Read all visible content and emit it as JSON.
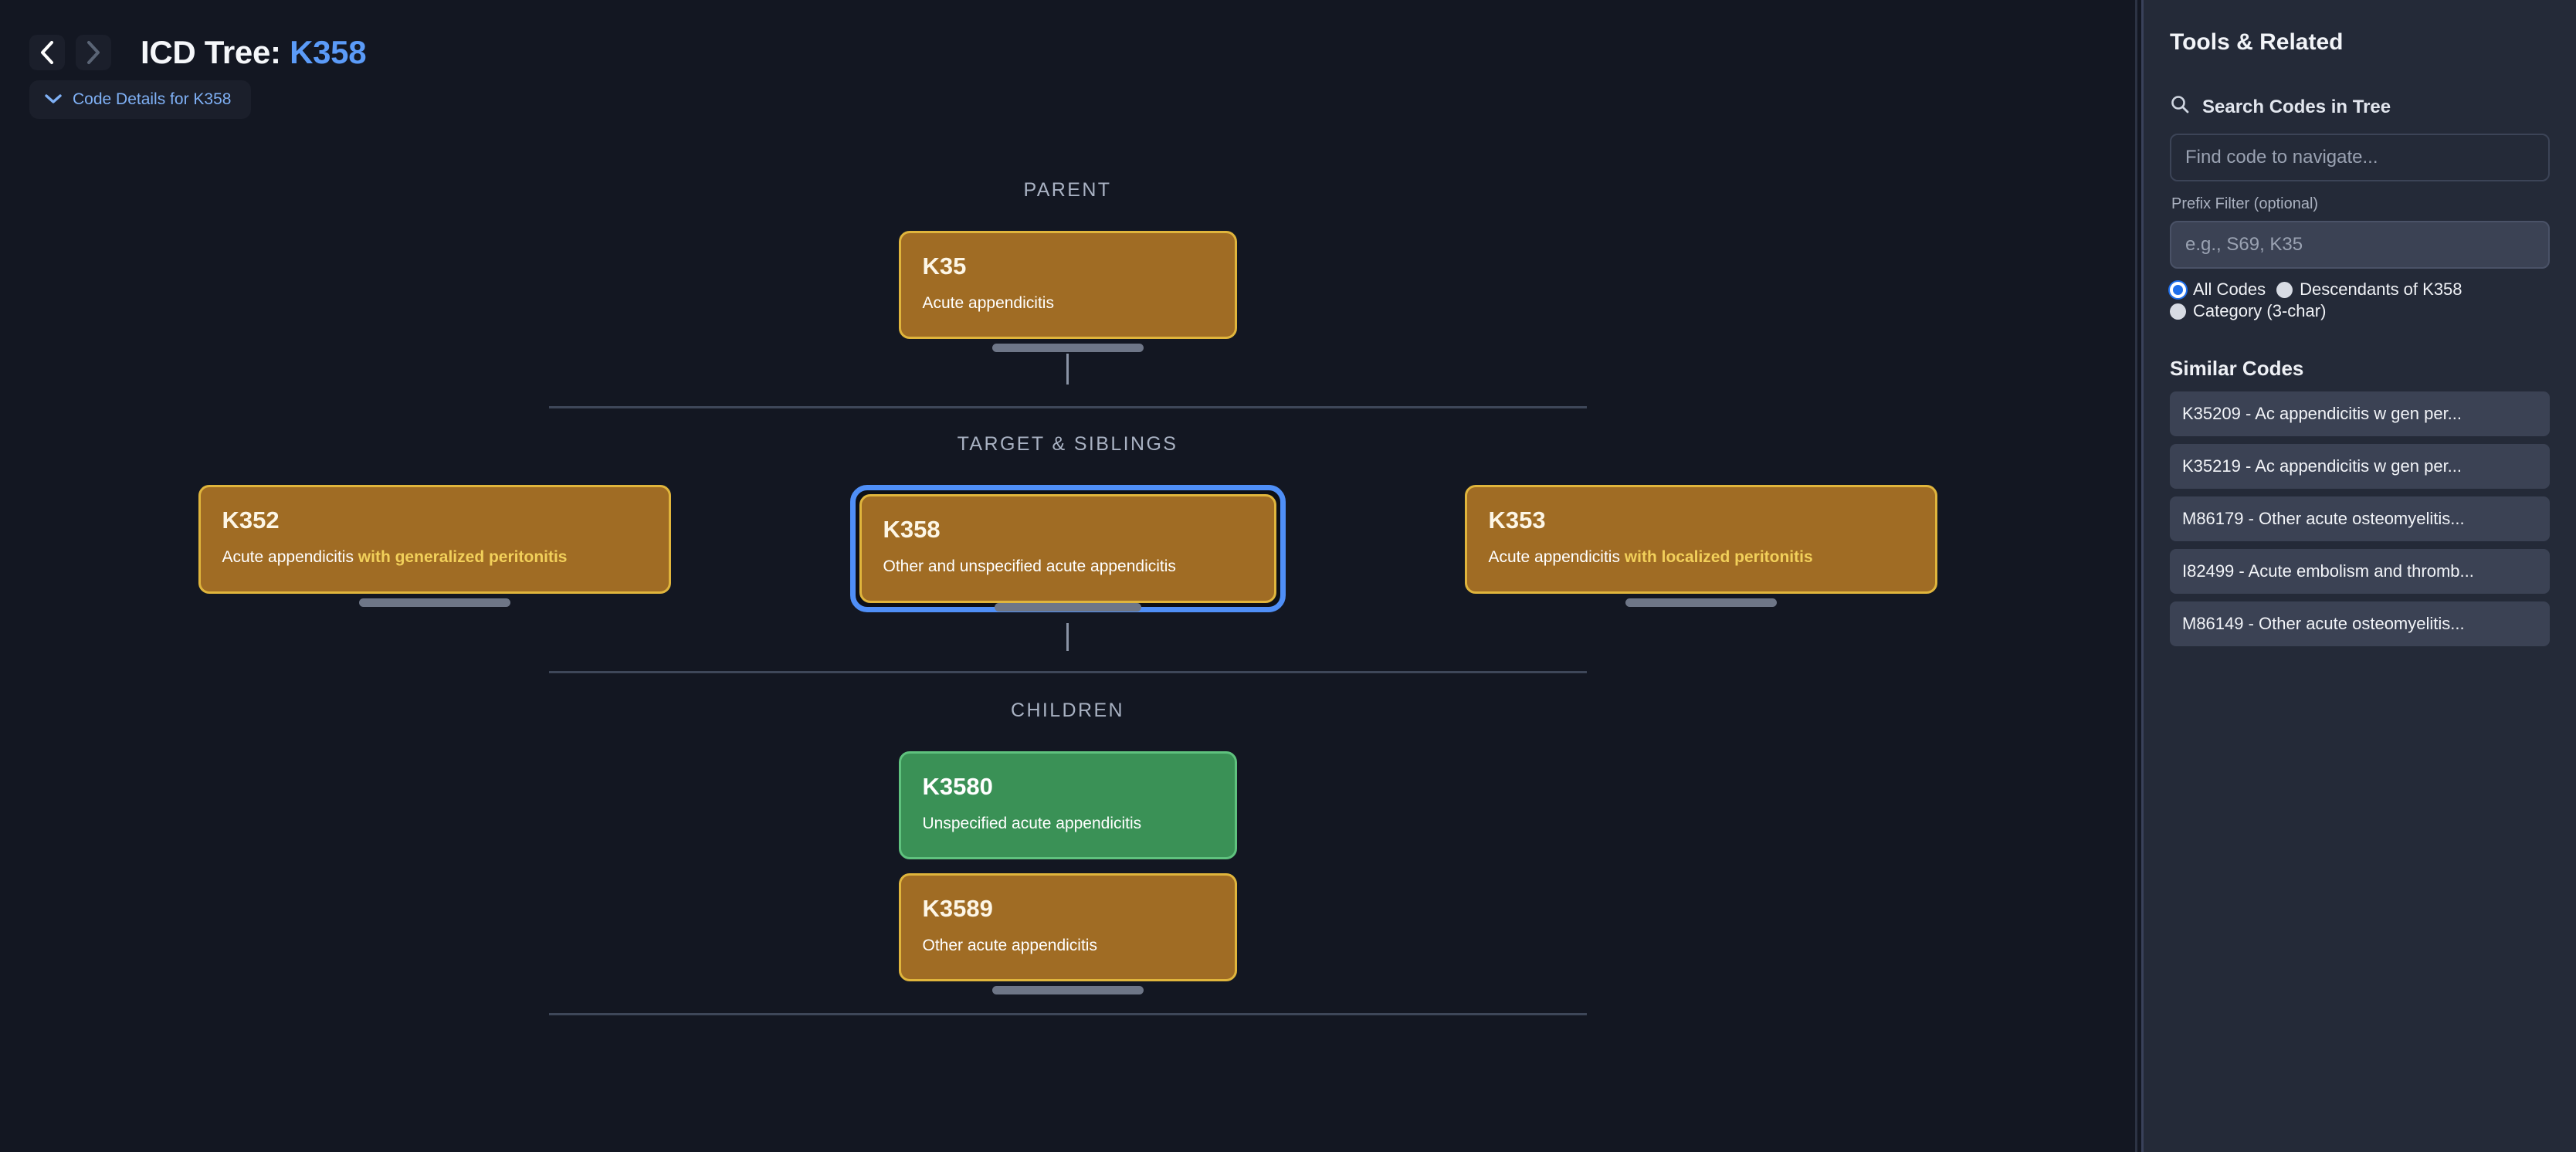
{
  "header": {
    "back_icon": "chevron-left-icon",
    "forward_icon": "chevron-right-icon",
    "title_prefix": "ICD Tree: ",
    "title_code": "K358",
    "details_toggle_label": "Code Details for K358",
    "details_toggle_icon": "chevron-down-icon"
  },
  "tree": {
    "sections": {
      "parent": "PARENT",
      "target": "TARGET & SIBLINGS",
      "children": "CHILDREN"
    },
    "parent": {
      "code": "K35",
      "desc": "Acute appendicitis"
    },
    "siblings": [
      {
        "code": "K352",
        "desc_plain": "Acute appendicitis ",
        "desc_highlight": "with generalized peritonitis"
      },
      {
        "code": "K353",
        "desc_plain": "Acute appendicitis ",
        "desc_highlight": "with localized peritonitis"
      }
    ],
    "target": {
      "code": "K358",
      "desc": "Other and unspecified acute appendicitis"
    },
    "children": [
      {
        "code": "K3580",
        "desc": "Unspecified acute appendicitis",
        "color": "green"
      },
      {
        "code": "K3589",
        "desc": "Other acute appendicitis",
        "color": "amber"
      }
    ]
  },
  "panel": {
    "title": "Tools & Related",
    "search": {
      "icon": "search-icon",
      "heading": "Search Codes in Tree",
      "placeholder": "Find code to navigate...",
      "value": ""
    },
    "prefix": {
      "label": "Prefix Filter (optional)",
      "placeholder": "e.g., S69, K35",
      "value": ""
    },
    "scope_options": [
      {
        "label": "All Codes",
        "selected": true
      },
      {
        "label": "Descendants of K358",
        "selected": false
      },
      {
        "label": "Category (3-char)",
        "selected": false
      }
    ],
    "similar": {
      "title": "Similar Codes",
      "items": [
        "K35209 - Ac appendicitis w gen per...",
        "K35219 - Ac appendicitis w gen per...",
        "M86179 - Other acute osteomyelitis...",
        "I82499 - Acute embolism and thromb...",
        "M86149 - Other acute osteomyelitis..."
      ]
    }
  },
  "colors": {
    "accent_blue": "#5b9bf8",
    "amber_node": "#a06c24",
    "amber_border": "#e0b53c",
    "green_node": "#3a9156",
    "green_border": "#5fc27e",
    "highlight_text": "#f2d05a",
    "panel_bg": "#242a38",
    "page_bg": "#131722"
  }
}
